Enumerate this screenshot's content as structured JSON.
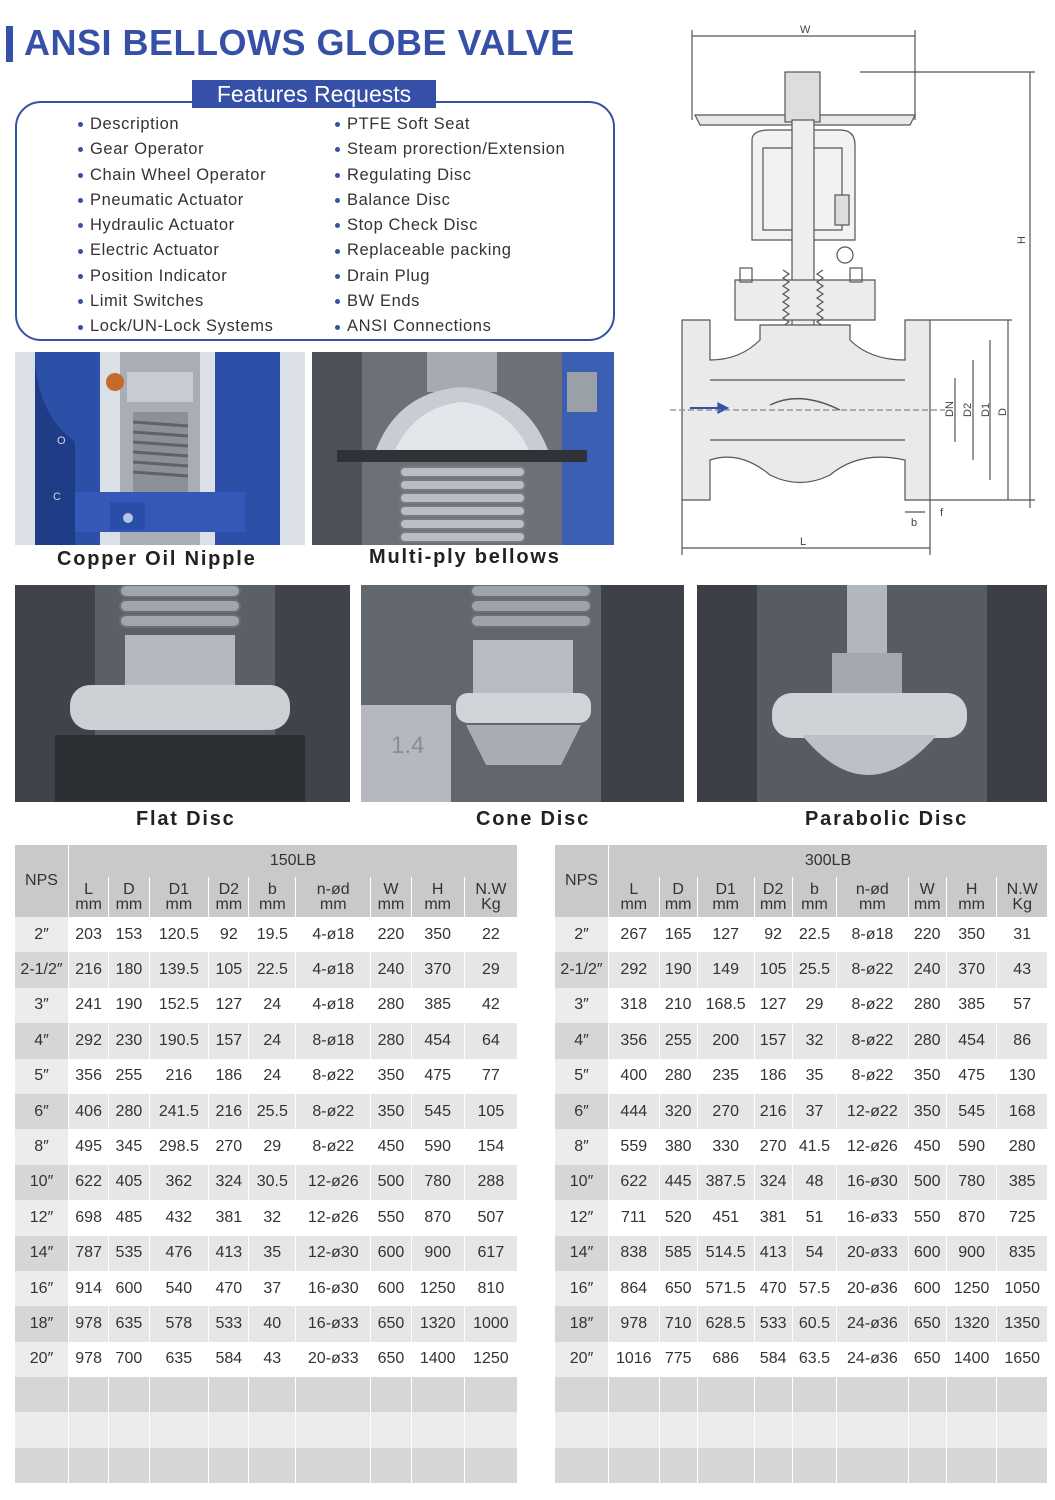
{
  "title": "ANSI BELLOWS GLOBE VALVE",
  "features": {
    "header": "Features Requests",
    "left": [
      "Description",
      "Gear Operator",
      "Chain Wheel Operator",
      "Pneumatic Actuator",
      "Hydraulic Actuator",
      "Electric Actuator",
      "Position Indicator",
      "Limit Switches",
      "Lock/UN-Lock Systems"
    ],
    "right": [
      "PTFE Soft Seat",
      "Steam prorection/Extension",
      "Regulating Disc",
      "Balance Disc",
      "Stop Check Disc",
      "Replaceable packing",
      "Drain Plug",
      "BW Ends",
      "ANSI Connections"
    ]
  },
  "photos": {
    "copper": "Copper Oil Nipple",
    "bellows": "Multi-ply bellows",
    "flat": "Flat Disc",
    "cone": "Cone Disc",
    "parabolic": "Parabolic Disc",
    "copper_marks": [
      "O",
      "C"
    ],
    "cone_mark": "1.4"
  },
  "drawing": {
    "labels": {
      "w": "W",
      "h": "H",
      "dn": "DN",
      "d2": "D2",
      "d1": "D1",
      "d": "D",
      "b": "b",
      "f": "f",
      "l": "L"
    }
  },
  "table150": {
    "class": "150LB",
    "nps_header": "NPS",
    "cols": [
      [
        "L",
        "mm"
      ],
      [
        "D",
        "mm"
      ],
      [
        "D1",
        "mm"
      ],
      [
        "D2",
        "mm"
      ],
      [
        "b",
        "mm"
      ],
      [
        "n-ød",
        "mm"
      ],
      [
        "W",
        "mm"
      ],
      [
        "H",
        "mm"
      ],
      [
        "N.W",
        "Kg"
      ]
    ],
    "rows": [
      [
        "2″",
        "203",
        "153",
        "120.5",
        "92",
        "19.5",
        "4-ø18",
        "220",
        "350",
        "22"
      ],
      [
        "2-1/2″",
        "216",
        "180",
        "139.5",
        "105",
        "22.5",
        "4-ø18",
        "240",
        "370",
        "29"
      ],
      [
        "3″",
        "241",
        "190",
        "152.5",
        "127",
        "24",
        "4-ø18",
        "280",
        "385",
        "42"
      ],
      [
        "4″",
        "292",
        "230",
        "190.5",
        "157",
        "24",
        "8-ø18",
        "280",
        "454",
        "64"
      ],
      [
        "5″",
        "356",
        "255",
        "216",
        "186",
        "24",
        "8-ø22",
        "350",
        "475",
        "77"
      ],
      [
        "6″",
        "406",
        "280",
        "241.5",
        "216",
        "25.5",
        "8-ø22",
        "350",
        "545",
        "105"
      ],
      [
        "8″",
        "495",
        "345",
        "298.5",
        "270",
        "29",
        "8-ø22",
        "450",
        "590",
        "154"
      ],
      [
        "10″",
        "622",
        "405",
        "362",
        "324",
        "30.5",
        "12-ø26",
        "500",
        "780",
        "288"
      ],
      [
        "12″",
        "698",
        "485",
        "432",
        "381",
        "32",
        "12-ø26",
        "550",
        "870",
        "507"
      ],
      [
        "14″",
        "787",
        "535",
        "476",
        "413",
        "35",
        "12-ø30",
        "600",
        "900",
        "617"
      ],
      [
        "16″",
        "914",
        "600",
        "540",
        "470",
        "37",
        "16-ø30",
        "600",
        "1250",
        "810"
      ],
      [
        "18″",
        "978",
        "635",
        "578",
        "533",
        "40",
        "16-ø33",
        "650",
        "1320",
        "1000"
      ],
      [
        "20″",
        "978",
        "700",
        "635",
        "584",
        "43",
        "20-ø33",
        "650",
        "1400",
        "1250"
      ]
    ]
  },
  "table300": {
    "class": "300LB",
    "nps_header": "NPS",
    "cols": [
      [
        "L",
        "mm"
      ],
      [
        "D",
        "mm"
      ],
      [
        "D1",
        "mm"
      ],
      [
        "D2",
        "mm"
      ],
      [
        "b",
        "mm"
      ],
      [
        "n-ød",
        "mm"
      ],
      [
        "W",
        "mm"
      ],
      [
        "H",
        "mm"
      ],
      [
        "N.W",
        "Kg"
      ]
    ],
    "rows": [
      [
        "2″",
        "267",
        "165",
        "127",
        "92",
        "22.5",
        "8-ø18",
        "220",
        "350",
        "31"
      ],
      [
        "2-1/2″",
        "292",
        "190",
        "149",
        "105",
        "25.5",
        "8-ø22",
        "240",
        "370",
        "43"
      ],
      [
        "3″",
        "318",
        "210",
        "168.5",
        "127",
        "29",
        "8-ø22",
        "280",
        "385",
        "57"
      ],
      [
        "4″",
        "356",
        "255",
        "200",
        "157",
        "32",
        "8-ø22",
        "280",
        "454",
        "86"
      ],
      [
        "5″",
        "400",
        "280",
        "235",
        "186",
        "35",
        "8-ø22",
        "350",
        "475",
        "130"
      ],
      [
        "6″",
        "444",
        "320",
        "270",
        "216",
        "37",
        "12-ø22",
        "350",
        "545",
        "168"
      ],
      [
        "8″",
        "559",
        "380",
        "330",
        "270",
        "41.5",
        "12-ø26",
        "450",
        "590",
        "280"
      ],
      [
        "10″",
        "622",
        "445",
        "387.5",
        "324",
        "48",
        "16-ø30",
        "500",
        "780",
        "385"
      ],
      [
        "12″",
        "711",
        "520",
        "451",
        "381",
        "51",
        "16-ø33",
        "550",
        "870",
        "725"
      ],
      [
        "14″",
        "838",
        "585",
        "514.5",
        "413",
        "54",
        "20-ø33",
        "600",
        "900",
        "835"
      ],
      [
        "16″",
        "864",
        "650",
        "571.5",
        "470",
        "57.5",
        "20-ø36",
        "600",
        "1250",
        "1050"
      ],
      [
        "18″",
        "978",
        "710",
        "628.5",
        "533",
        "60.5",
        "24-ø36",
        "650",
        "1320",
        "1350"
      ],
      [
        "20″",
        "1016",
        "775",
        "686",
        "584",
        "63.5",
        "24-ø36",
        "650",
        "1400",
        "1650"
      ]
    ]
  },
  "colors": {
    "brand": "#3550a6",
    "header_gray": "#c9c9cc",
    "row_gray": "#e6e6e8"
  }
}
